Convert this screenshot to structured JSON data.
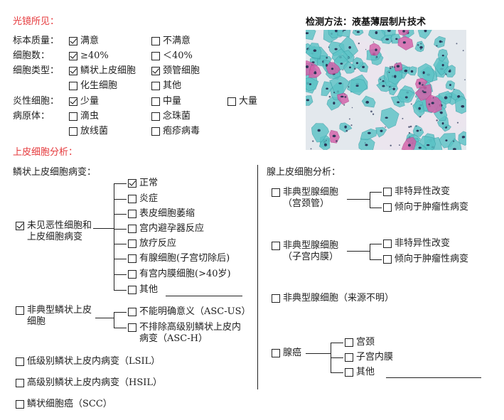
{
  "colors": {
    "section_title": "#e5383b",
    "text": "#1e1e1e"
  },
  "microscopy": {
    "title": "光镜所见：",
    "method": "检测方法：液基薄层制片技术",
    "image_colors": {
      "background": "#e3e8ed",
      "haze": "#ece5ef",
      "squamous_cell": "#5cc3c6",
      "squamous_edge": "#3aa0a8",
      "pink_cell": "#d460a9",
      "pink_edge": "#b1438a",
      "nucleus": "#2b3658"
    },
    "specimen_quality": {
      "label": "标本质量：",
      "options": [
        {
          "text": "满意",
          "checked": true
        },
        {
          "text": "不满意",
          "checked": false
        }
      ]
    },
    "cell_count": {
      "label": "细胞数：",
      "options": [
        {
          "text": "≥40%",
          "checked": true
        },
        {
          "text": "＜40%",
          "checked": false
        }
      ]
    },
    "cell_types": {
      "label": "细胞类型：",
      "options": [
        {
          "text": "鳞状上皮细胞",
          "checked": true
        },
        {
          "text": "颈管细胞",
          "checked": true
        },
        {
          "text": "化生细胞",
          "checked": false
        },
        {
          "text": "其他",
          "checked": false
        }
      ]
    },
    "inflammatory_cells": {
      "label": "炎性细胞：",
      "options": [
        {
          "text": "少量",
          "checked": true
        },
        {
          "text": "中量",
          "checked": false
        },
        {
          "text": "大量",
          "checked": false
        }
      ]
    },
    "pathogens": {
      "label": "病原体：",
      "options": [
        {
          "text": "滴虫",
          "checked": false
        },
        {
          "text": "念珠菌",
          "checked": false
        },
        {
          "text": "放线菌",
          "checked": false
        },
        {
          "text": "疱疹病毒",
          "checked": false
        }
      ]
    }
  },
  "epithelial_analysis": {
    "title": "上皮细胞分析：",
    "squamous": {
      "title": "鳞状上皮细胞病变：",
      "nilm": {
        "lines": [
          "未见恶性细胞和",
          "上皮细胞病变"
        ],
        "checked": true,
        "items": [
          {
            "text": "正常",
            "checked": true
          },
          {
            "text": "炎症",
            "checked": false
          },
          {
            "text": "表皮细胞萎缩",
            "checked": false
          },
          {
            "text": "宫内避孕器反应",
            "checked": false
          },
          {
            "text": "放疗反应",
            "checked": false
          },
          {
            "text": "有腺细胞(子宫切除后)",
            "checked": false
          },
          {
            "text": "有宫内膜细胞(>40岁)",
            "checked": false
          },
          {
            "text": "其他",
            "checked": false
          }
        ]
      },
      "asc": {
        "lines": [
          "非典型鳞状上皮",
          "细胞"
        ],
        "checked": false,
        "items": [
          {
            "lines": [
              "不能明确意义（ASC-US）"
            ],
            "checked": false
          },
          {
            "lines": [
              "不排除高级别鳞状上皮内",
              "病变（ASC-H）"
            ],
            "checked": false
          }
        ]
      },
      "lsil": {
        "text": "低级别鳞状上皮内病变（LSIL）",
        "checked": false
      },
      "hsil": {
        "text": "高级别鳞状上皮内病变（HSIL）",
        "checked": false
      },
      "scc": {
        "text": "鳞状细胞癌（SCC）",
        "checked": false
      }
    },
    "glandular": {
      "title": "腺上皮细胞分析：",
      "agc_endocervical": {
        "lines": [
          "非典型腺细胞",
          "（宫颈管）"
        ],
        "checked": false,
        "items": [
          {
            "text": "非特异性改变",
            "checked": false
          },
          {
            "text": "倾向于肿瘤性病变",
            "checked": false
          }
        ]
      },
      "agc_endometrial": {
        "lines": [
          "非典型腺细胞",
          "（子宫内膜）"
        ],
        "checked": false,
        "items": [
          {
            "text": "非特异性改变",
            "checked": false
          },
          {
            "text": "倾向于肿瘤性病变",
            "checked": false
          }
        ]
      },
      "agc_unknown": {
        "text": "非典型腺细胞（来源不明）",
        "checked": false
      },
      "adenocarcinoma": {
        "text": "腺癌",
        "checked": false,
        "items": [
          {
            "text": "宫颈",
            "checked": false
          },
          {
            "text": "子宫内膜",
            "checked": false
          },
          {
            "text": "其他",
            "checked": false
          }
        ]
      }
    }
  }
}
